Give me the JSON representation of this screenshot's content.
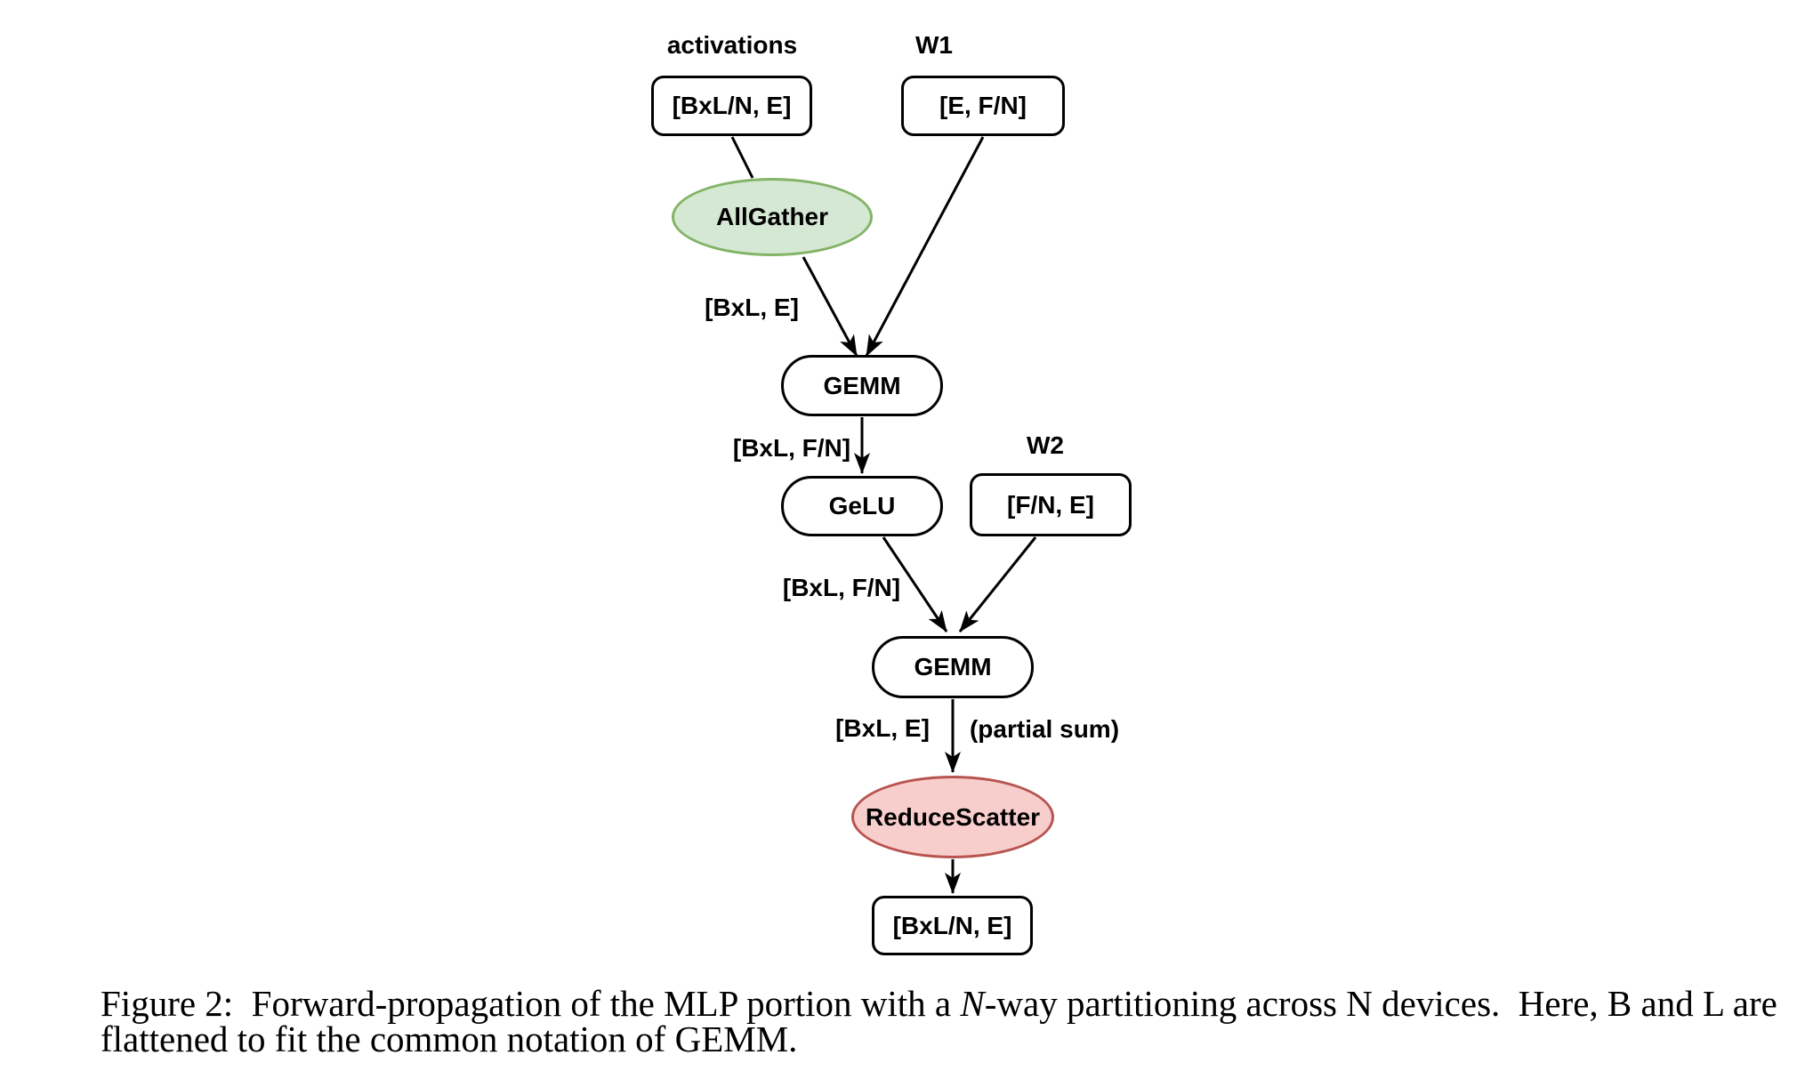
{
  "figure": {
    "colors": {
      "allgather_fill": "#d5e8d4",
      "allgather_stroke": "#82b366",
      "reducescatter_fill": "#f8cecc",
      "reducescatter_stroke": "#b85450"
    },
    "labels": {
      "activations": "activations",
      "w1": "W1",
      "w2": "W2",
      "bxl_e_in": "[BxL, E]",
      "bxl_fn_1": "[BxL, F/N]",
      "bxl_fn_2": "[BxL, F/N]",
      "bxl_e_out": "[BxL, E]",
      "partial_sum": "(partial sum)"
    },
    "nodes": {
      "input_activations": "[BxL/N, E]",
      "w1_weights": "[E, F/N]",
      "allgather": "AllGather",
      "gemm1": "GEMM",
      "gelu": "GeLU",
      "w2_weights": "[F/N, E]",
      "gemm2": "GEMM",
      "reducescatter": "ReduceScatter",
      "output": "[BxL/N, E]"
    }
  },
  "caption": {
    "line1_pre_italic": "Figure 2:  Forward-propagation of the MLP portion with a ",
    "line1_italic": "N",
    "line1_post_italic": "-way partitioning across N devices.  Here, B and L are",
    "line2": "flattened to fit the common notation of GEMM."
  }
}
